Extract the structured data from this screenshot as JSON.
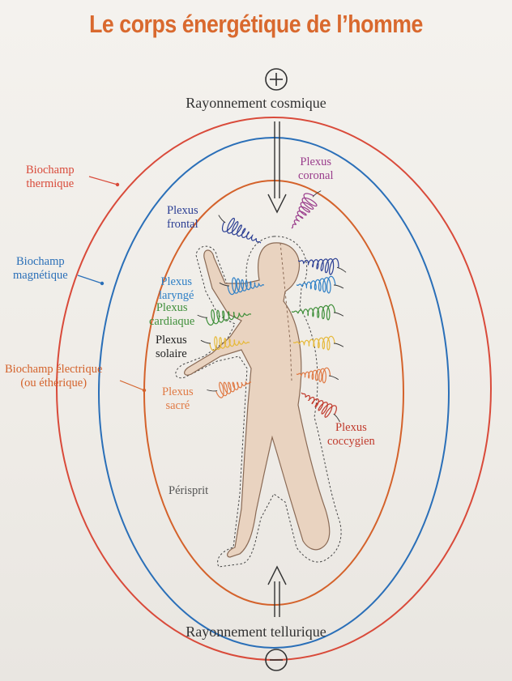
{
  "title": "Le corps énergétique de l’homme",
  "poles": {
    "positive": "+",
    "negative": "−"
  },
  "radiation": {
    "top": "Rayonnement cosmique",
    "bottom": "Rayonnement tellurique"
  },
  "fields": [
    {
      "line1": "Biochamp",
      "line2": "thermique",
      "color": "#d94a3a"
    },
    {
      "line1": "Biochamp",
      "line2": "magnétique",
      "color": "#2a6fb8"
    },
    {
      "line1": "Biochamp électrique",
      "line2": "(ou éthérique)",
      "color": "#d4622b"
    }
  ],
  "plexus": [
    {
      "line1": "Plexus",
      "line2": "coronal",
      "color": "#9a3d8c"
    },
    {
      "line1": "Plexus",
      "line2": "frontal",
      "color": "#2c3f94"
    },
    {
      "line1": "Plexus",
      "line2": "laryngé",
      "color": "#2f80c6"
    },
    {
      "line1": "Plexus",
      "line2": "cardiaque",
      "color": "#3f8f3a"
    },
    {
      "line1": "Plexus",
      "line2": "solaire",
      "color": "#222222"
    },
    {
      "line1": "Plexus",
      "line2": "sacré",
      "color": "#e07a45"
    },
    {
      "line1": "Plexus",
      "line2": "coccygien",
      "color": "#c0392b"
    }
  ],
  "perisprit": "Périsprit",
  "colors": {
    "body": "#e9d3c0",
    "chakra_yellow": "#e6b93a",
    "ink": "#333333"
  }
}
